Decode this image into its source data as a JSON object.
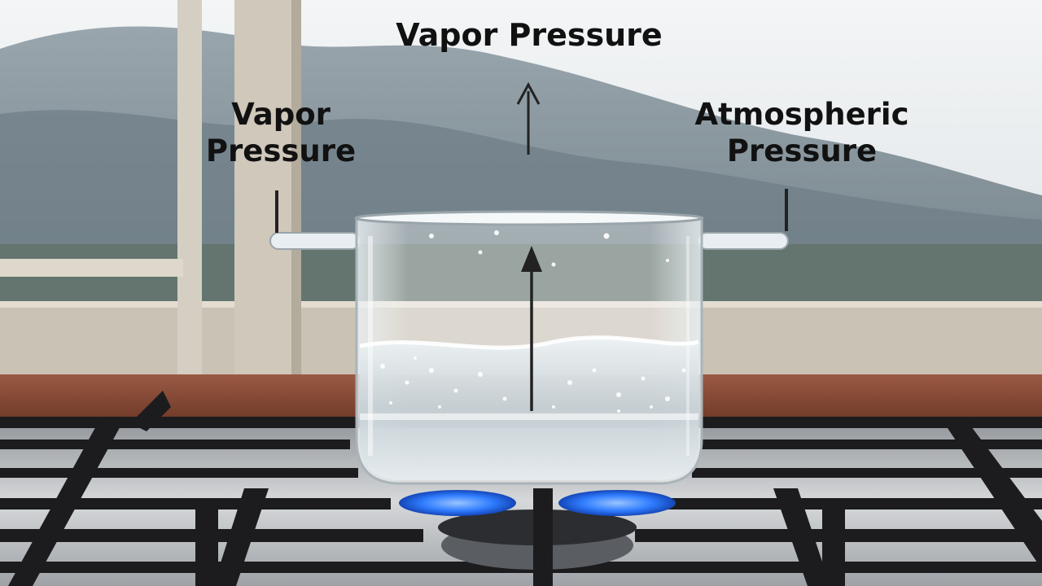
{
  "labels": {
    "top": "Vapor Pressure",
    "left": [
      "Vapor",
      "Pressure"
    ],
    "right": [
      "Atmospheric",
      "Pressure"
    ]
  },
  "colors": {
    "sky": "#eef1f3",
    "mountain": "#7d8c95",
    "forest": "#5f7166",
    "window_frame": "#c9c2b5",
    "countertop": "#8a4a35",
    "grate": "#1c1c1e",
    "steel": "#b9bcbf",
    "flame": "#2f7dff",
    "glass": "#dfe8ec",
    "water": "#c7d3d8",
    "arrow": "#222222"
  }
}
